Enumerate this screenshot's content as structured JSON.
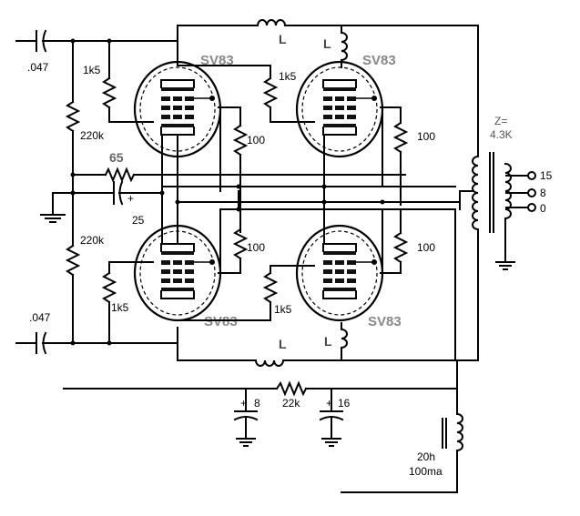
{
  "tubes": {
    "top_left": "SV83",
    "top_right": "SV83",
    "bottom_left": "SV83",
    "bottom_right": "SV83"
  },
  "components": {
    "cap_in_top": ".047",
    "cap_in_bottom": ".047",
    "grid_res_top": "220k",
    "grid_res_bottom": "220k",
    "cathode_res": "65",
    "cathode_cap": "25",
    "cathode_cap_plus": "+",
    "g2_res_tl": "1k5",
    "g2_res_tr": "1k5",
    "g2_res_bl": "1k5",
    "g2_res_br": "1k5",
    "grid_stop_tl": "100",
    "grid_stop_tr": "100",
    "grid_stop_bl": "100",
    "grid_stop_br": "100",
    "choke_top_h": "L",
    "choke_top_v": "L",
    "choke_bot_h": "L",
    "choke_bot_v": "L",
    "filter_cap_1": "8",
    "filter_cap_2": "16",
    "filter_res": "22k",
    "plus_1": "+",
    "plus_2": "+",
    "choke_big_1": "20h",
    "choke_big_2": "100ma"
  },
  "transformer": {
    "impedance_1": "Z=",
    "impedance_2": "4.3K",
    "tap_15": "15",
    "tap_8": "8",
    "tap_0": "0"
  }
}
